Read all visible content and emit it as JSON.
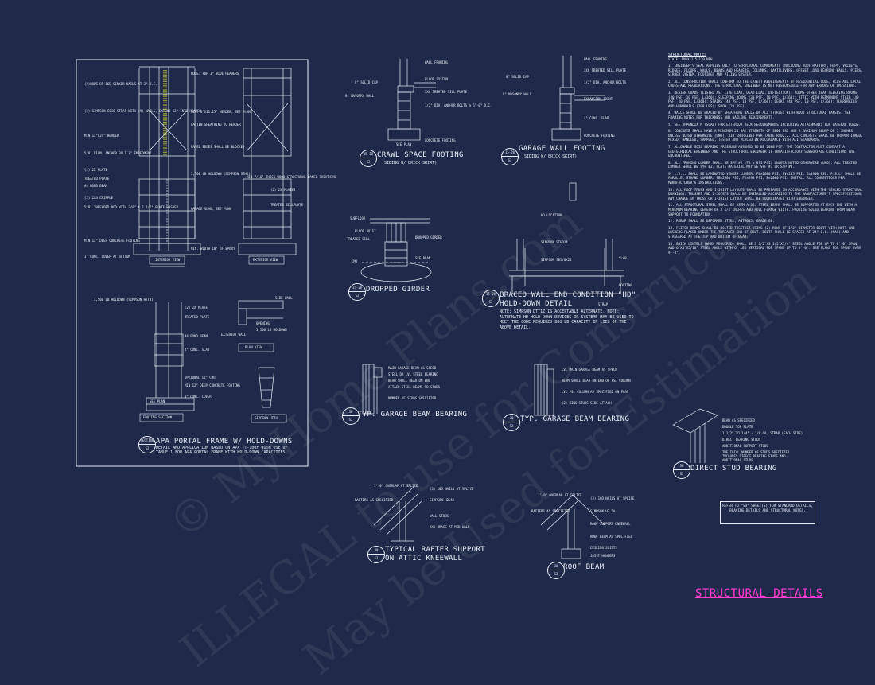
{
  "sheet_title": "STRUCTURAL DETAILS",
  "watermark": {
    "line1": "© MyHome Plans.com",
    "line2": "ILLEGAL to use for Construction",
    "line3": "May be Used for Estimation"
  },
  "apa": {
    "title": "APA PORTAL FRAME W/ HOLD-DOWNS",
    "caption": "DETAIL AND APPLICATION BASED ON APA TT-100F WITH USE OF TABLE 1 FOR APA PORTAL FRAME WITH HOLD-DOWN CAPACITIES.",
    "marker_top": "SECTION",
    "marker_bottom": "S2",
    "interior_view": "INTERIOR VIEW",
    "exterior_view": "EXTERIOR VIEW",
    "footing_section": "FOOTING SECTION",
    "plan_view": "PLAN VIEW",
    "simpson": "SIMPSON HTT4",
    "left_notes": [
      "(2)ROWS OF 16d SINKER NAILS AT 3\" O.C.",
      "(2) SIMPSON CS16 STRAP WITH (9) NAILS, EXTEND 12\" INTO HEADER",
      "MIN 12\"x24\" HEADER",
      "5/8\" DIAM. ANCHOR BOLT 7\" EMBEDMENT",
      "(2) 2x PLATE",
      "TREATED PLATE",
      "#4 BOND BEAM",
      "(2) 2x4 CRIPPLE",
      "5/8\" THREADED ROD WITH 3/8\" x 2 1/2\" PLATE WASHER",
      "MIN 12\" DEEP CONCRETE FOOTING",
      "3\" CONC. COVER AT BOTTOM"
    ],
    "right_notes": [
      "NOTE: FOR 3\" WIDE HEADERS",
      "MIN. 3\"x11.25\" HEADER, SEE PLAN",
      "FASTEN SHEATHING TO HEADER",
      "PANEL EDGES SHALL BE BLOCKED",
      "3,500 LB HOLDOWN (SIMPSON STHD)",
      "MIN 7/16\" THICK WOOD STRUCTURAL PANEL SHEATHING",
      "(2) 2x PLATES",
      "TREATED SILLPLATE",
      "GARAGE SLAB, SEE PLAN",
      "MIN. WIDTH 10\" OF EPOXY"
    ],
    "bottom_notes": [
      "3,500 LB HOLDOWN (SIMPSON HTT4)",
      "(2) 2x PLATE",
      "TREATED PLATE",
      "#4 BOND BEAM",
      "4\" CONC. SLAB",
      "OPTIONAL 12\" CMU",
      "MIN 12\" DEEP CONCRETE FOOTING",
      "3\" CONC. COVER",
      "SEE PLAN"
    ],
    "plan_notes": [
      "SIDE WALL",
      "OPENING",
      "3,500 LB HOLDOWN",
      "EXTERIOR WALL"
    ]
  },
  "crawl": {
    "title": "CRAWL SPACE FOOTING",
    "sub": "(SIDING W/ BRICK SKIRT)",
    "marker_top": "15-20",
    "marker_bottom": "S2",
    "notes": [
      "WALL FRAMING",
      "2x6 TREATED SILL PLATE",
      "1/2\" DIA. ANCHOR BOLTS @ 6'-0\" O.C.",
      "FLOOR SYSTEM",
      "8\" SOLID CAP",
      "8\" MASONRY WALL",
      "CONCRETE FOOTING",
      "SEE PLAN"
    ]
  },
  "garage_wall": {
    "title": "GARAGE WALL FOOTING",
    "sub": "(SIDING W/ BRICK SKIRT)",
    "marker_top": "15-20",
    "marker_bottom": "S2",
    "notes": [
      "WALL FRAMING",
      "2x6 TREATED SILL PLATE",
      "1/2\" DIA. ANCHOR BOLTS",
      "EXPANSION JOINT",
      "4\" CONC. SLAB",
      "8\" SOLID CAP",
      "8\" MASONRY WALL",
      "CONCRETE FOOTING"
    ]
  },
  "girder": {
    "title": "DROPPED GIRDER",
    "marker_top": "15-20",
    "marker_bottom": "S2",
    "notes": [
      "SUBFLOOR",
      "FLOOR JOIST",
      "TREATED SILL",
      "DROPPED GIRDER",
      "CMU",
      "SEE PLAN"
    ]
  },
  "braced": {
    "title": "BRACED WALL END CONDITION \"HD\"",
    "title2": "HOLD-DOWN DETAIL",
    "marker_top": "15-20",
    "marker_bottom": "S2",
    "note": "NOTE: SIMPSON DTT1Z IS ACCEPTABLE ALTERNATE. NOTE: ALTERNATE HD HOLD-DOWN DEVICES OR SYSTEMS MAY BE USED TO MEET THE CODE REQUIRED 800 LB CAPACITY IN LIEU OF THE ABOVE DETAIL.",
    "labels": [
      "HD LOCATION",
      "SIMPSON STHD14",
      "SIMPSON SB5/8x24",
      "SLAB",
      "FOOTING",
      "STRAP"
    ]
  },
  "garage_beam_1": {
    "title": "TYP. GARAGE BEAM BEARING",
    "marker_top": "30",
    "marker_bottom": "S2",
    "notes": [
      "MAIN GARAGE BEAM AS SPECD",
      "STEEL OR LVL STEEL BEARING",
      "BEAM SHALL BEAR ON END",
      "ATTACH STEEL BEAMS TO STUDS",
      "NUMBER OF STUDS SPECIFIED"
    ]
  },
  "garage_beam_2": {
    "title": "TYP. GARAGE BEAM BEARING",
    "marker_top": "30",
    "marker_bottom": "S2",
    "notes": [
      "LVL MAIN GARAGE BEAM AS SPECD",
      "BEAM SHALL BEAR ON END OF PSL COLUMN",
      "LVL PSL COLUMN AS SPECIFIED ON PLAN",
      "(2) KING STUDS SIDE ATTACH"
    ]
  },
  "rafter": {
    "title": "TYPICAL RAFTER SUPPORT",
    "title2": "ON ATTIC KNEEWALL",
    "marker_top": "30",
    "marker_bottom": "S2",
    "notes": [
      "1'-0\" OVERLAP AT SPLICE",
      "RAFTERS AS SPECIFIED",
      "(3) 10d NAILS AT SPLICE",
      "SIMPSON H2.5A",
      "WALL STUDS",
      "2x6 BRACE AT MID WALL"
    ]
  },
  "roof_beam": {
    "title": "ROOF BEAM",
    "marker_top": "30",
    "marker_bottom": "S2",
    "notes": [
      "1'-0\" OVERLAP AT SPLICE",
      "RAFTERS AS SPECIFIED",
      "(3) 10d NAILS AT SPLICE",
      "SIMPSON H2.5A",
      "ROOF SUPPORT KNEEWALL",
      "ROOF BEAM AS SPECIFIED",
      "CEILING JOISTS",
      "JOIST HANGERS"
    ]
  },
  "stud": {
    "title": "DIRECT STUD BEARING",
    "marker_top": "30",
    "marker_bottom": "S2",
    "notes": [
      "BEAM AS SPECIFIED",
      "DOUBLE TOP PLATE",
      "1-1/2\" TO 1/4\" - 1/8 GA. STRAP (EACH SIDE)",
      "DIRECT BEARING STUDS",
      "ADDITIONAL SUPPORT STUDS",
      "THE TOTAL NUMBER OF STUDS SPECIFIED INCLUDES DIRECT BEARING STUDS AND ADDITIONAL STUDS"
    ]
  },
  "refer_note": "REFER TO \"SD\" SHEET(S) FOR STANDARD DETAILS, BRACING DETAILS AND STRUCTURAL NOTES.",
  "structural_notes": {
    "title": "STRUCTURAL NOTES",
    "subtitle": "STATE: Pmax 115-120 mph",
    "items": [
      "1. ENGINEER'S SEAL APPLIES ONLY TO STRUCTURAL COMPONENTS INCLUDING ROOF RAFTERS, HIPS, VALLEYS, RIDGES, FLOORS, WALLS, BEAMS AND HEADERS, COLUMNS, CANTILEVERS, OFFSET LOAD BEARING WALLS, PIERS, GIRDER SYSTEM, FOOTINGS AND PILING SYSTEM.",
      "2. ALL CONSTRUCTION SHALL CONFORM TO THE LATEST REQUIREMENTS OF RESIDENTIAL CODE, PLUS ALL LOCAL CODES AND REGULATIONS. THE STRUCTURAL ENGINEER IS NOT RESPONSIBLE FOR ANY ERRORS OR OMISSIONS.",
      "3. DESIGN LOADS (LISTED AS: LIVE LOAD, DEAD LOAD, DEFLECTION): ROOMS OTHER THAN SLEEPING ROOMS (40 PSF, 10 PSF, L/360); SLEEPING ROOMS (30 PSF, 10 PSF, L/360); ATTIC WITH PERMANENT STAIR (40 PSF, 10 PSF, L/360); STAIRS (40 PSF, 10 PSF, L/360); DECKS (40 PSF, 10 PSF, L/360); GUARDRAILS AND HANDRAILS (200 LBS); SNOW (20 PSF).",
      "4. WALLS SHALL BE BRACED BY SHEATHING WALLS ON ALL STORIES WITH WOOD STRUCTURAL PANELS. SEE FRAMING NOTES FOR THICKNESS AND NAILING REQUIREMENTS.",
      "5. SEE APPENDIX M (SCAB) FOR EXTERIOR DECK REQUIREMENTS INCLUDING ATTACHMENTS FOR LATERAL LOADS.",
      "6. CONCRETE SHALL HAVE A MINIMUM 28 DAY STRENGTH OF 3000 PSI AND A MAXIMUM SLUMP OF 5 INCHES UNLESS NOTED OTHERWISE (UNO). AIR ENTRAINED PER TABLE R402.2. ALL CONCRETE SHALL BE PROPORTIONED, MIXED, HANDLED, SAMPLED, TESTED AND PLACED IN ACCORDANCE WITH ACI STANDARDS.",
      "7. ALLOWABLE SOIL BEARING PRESSURE ASSUMED TO BE 2000 PSF. THE CONTRACTOR MUST CONTACT A GEOTECHNICAL ENGINEER AND THE STRUCTURAL ENGINEER IF UNSATISFACTORY SUBSURFACE CONDITIONS ARE ENCOUNTERED.",
      "8. ALL FRAMING LUMBER SHALL BE SPF #2 (Fb = 875 PSI) UNLESS NOTED OTHERWISE (UNO). ALL TREATED LUMBER SHALL BE SYP #2. PLATE MATERIAL MAY BE SPF #3 OR SYP #3.",
      "9. L.V.L. SHALL BE LAMINATED VENEER LUMBER: Fb=2600 PSI, Fv=285 PSI, E=1900 PSI. P.S.L. SHALL BE PARALLEL STRAND LUMBER: Fb=2900 PSI, Fv=290 PSI, E=2000 PSI. INSTALL ALL CONNECTIONS PER MANUFACTURER'S INSTRUCTIONS.",
      "10. ALL ROOF TRUSS AND I-JOIST LAYOUTS SHALL BE PREPARED IN ACCORDANCE WITH THE SEALED STRUCTURAL DRAWINGS. TRUSSES AND I-JOISTS SHALL BE INSTALLED ACCORDING TO THE MANUFACTURER'S SPECIFICATIONS. ANY CHANGE IN TRUSS OR I-JOIST LAYOUT SHALL BE COORDINATED WITH ENGINEER.",
      "11. ALL STRUCTURAL STEEL SHALL BE ASTM A-36. STEEL BEAMS SHALL BE SUPPORTED AT EACH END WITH A MINIMUM BEARING LENGTH OF 3 1/2 INCHES AND FULL FLANGE WIDTH. PROVIDE SOLID BEARING FROM BEAM SUPPORT TO FOUNDATION.",
      "12. REBAR SHALL BE DEFORMED STEEL, ASTM615, GRADE 60.",
      "13. FLITCH BEAMS SHALL BE BOLTED TOGETHER USING (2) ROWS OF 1/2\" DIAMETER BOLTS WITH NUTS AND WASHERS PLACED UNDER THE THREADED END OF BOLT. BOLTS SHALL BE SPACED AT 24\" O.C. (MAX) AND STAGGERED AT THE TOP AND BOTTOM OF BEAM.",
      "14. BRICK LINTELS (WHEN REQUIRED) SHALL BE 3 1/2\"x3 1/2\"x1/4\" STEEL ANGLE FOR UP TO 6'-0\" SPAN AND 6\"x4\"x5/16\" STEEL ANGLE WITH 6\" LEG VERTICAL FOR SPANS UP TO 9'-0\". SEE PLANS FOR SPANS OVER 9'-0\"."
    ]
  }
}
